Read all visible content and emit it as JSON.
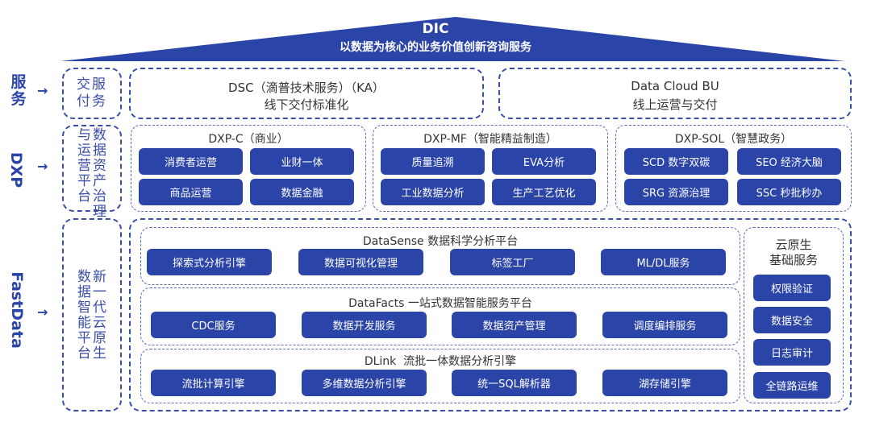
{
  "roof": {
    "title": "DIC",
    "subtitle": "以数据为核心的业务价值创新咨询服务",
    "color": "#2b44a8"
  },
  "layers": {
    "service": {
      "label": "服务",
      "scope_columns": [
        "交服",
        "付务"
      ],
      "boxes": [
        {
          "line1": "DSC（滴普技术服务）（KA）",
          "line2": "线下交付标准化"
        },
        {
          "line1": "Data Cloud BU",
          "line2": "线上运营与交付"
        }
      ]
    },
    "dxp": {
      "label": "DXP",
      "scope_columns": [
        "数据资产治理",
        "与运营平台"
      ],
      "groups": [
        {
          "title": "DXP-C（商业）",
          "items": [
            "消费者运营",
            "业财一体",
            "商品运营",
            "数据金融"
          ]
        },
        {
          "title": "DXP-MF（智能精益制造）",
          "items": [
            "质量追溯",
            "EVA分析",
            "工业数据分析",
            "生产工艺优化"
          ]
        },
        {
          "title": "DXP-SOL（智慧政务）",
          "items": [
            "SCD 数字双碳",
            "SEO 经济大脑",
            "SRG 资源治理",
            "SSC 秒批秒办"
          ]
        }
      ]
    },
    "fastdata": {
      "label": "FastData",
      "scope_columns": [
        "新一代云原生",
        "数据智能平台"
      ],
      "platforms": [
        {
          "title": "DataSense 数据科学分析平台",
          "items": [
            "探索式分析引擎",
            "数据可视化管理",
            "标签工厂",
            "ML/DL服务"
          ]
        },
        {
          "title": "DataFacts 一站式数据智能服务平台",
          "items": [
            "CDC服务",
            "数据开发服务",
            "数据资产管理",
            "调度编排服务"
          ]
        },
        {
          "title": "DLink  流批一体数据分析引擎",
          "items": [
            "流批计算引擎",
            "多维数据分析引擎",
            "统一SQL解析器",
            "湖存储引擎"
          ]
        }
      ],
      "cloud_native": {
        "title_line1": "云原生",
        "title_line2": "基础服务",
        "items": [
          "权限验证",
          "数据安全",
          "日志审计",
          "全链路运维"
        ]
      }
    }
  },
  "arrow_glyph": "→"
}
